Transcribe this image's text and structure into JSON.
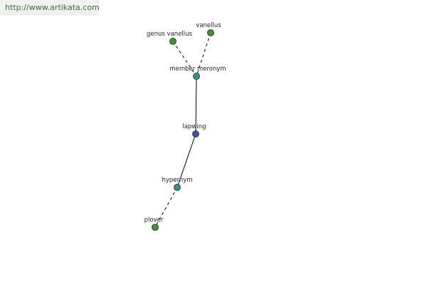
{
  "header": {
    "url": "http://www.artikata.com"
  },
  "graph": {
    "colors": {
      "node_leaf": "#4a8a3c",
      "node_relation": "#3e8a88",
      "node_center": "#4a4ea0",
      "node_stroke": "#1e2e1e",
      "edge": "#000000"
    },
    "nodes": [
      {
        "id": "genus_vanellus",
        "label": "genus vanellus",
        "kind": "leaf"
      },
      {
        "id": "vanellus",
        "label": "vanellus",
        "kind": "leaf"
      },
      {
        "id": "member_meronym",
        "label": "member meronym",
        "kind": "relation"
      },
      {
        "id": "lapwing",
        "label": "lapwing",
        "kind": "center"
      },
      {
        "id": "hypernym",
        "label": "hypernym",
        "kind": "relation"
      },
      {
        "id": "plover",
        "label": "plover",
        "kind": "leaf"
      }
    ],
    "edges": [
      {
        "from": "genus_vanellus",
        "to": "member_meronym",
        "style": "dashed"
      },
      {
        "from": "vanellus",
        "to": "member_meronym",
        "style": "dashed"
      },
      {
        "from": "member_meronym",
        "to": "lapwing",
        "style": "solid"
      },
      {
        "from": "lapwing",
        "to": "hypernym",
        "style": "solid"
      },
      {
        "from": "hypernym",
        "to": "plover",
        "style": "dashed"
      }
    ]
  }
}
